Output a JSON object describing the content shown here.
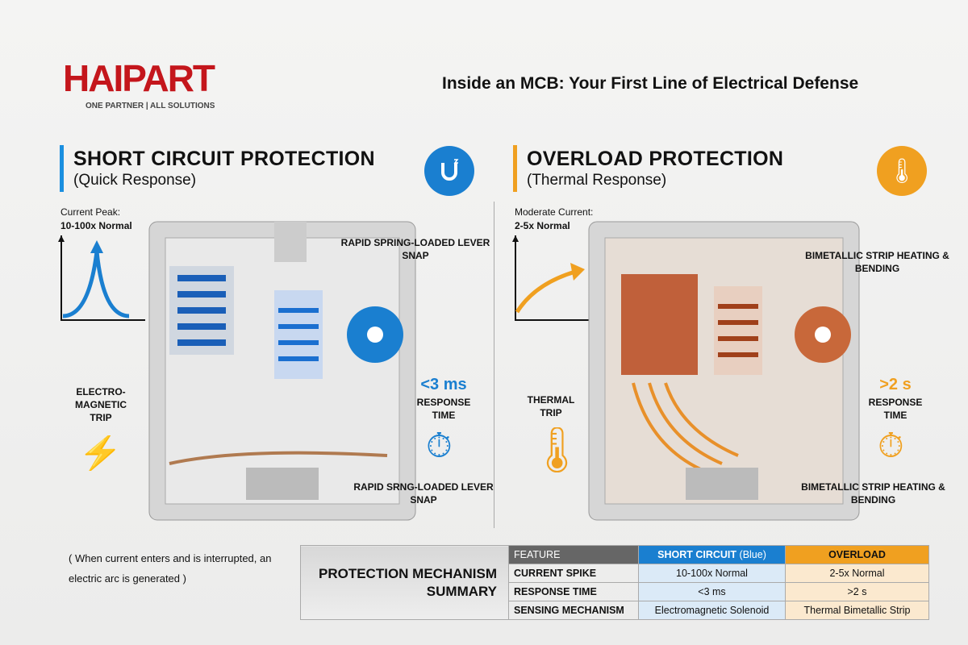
{
  "brand": {
    "name": "HAIPART",
    "tagline": "ONE PARTNER | ALL SOLUTIONS"
  },
  "title": "Inside an MCB: Your First Line of Electrical Defense",
  "short_circuit": {
    "heading": "SHORT CIRCUIT PROTECTION",
    "subheading": "(Quick Response)",
    "peak_label": "Current Peak:",
    "peak_value": "10-100x Normal",
    "callout_top": "RAPID SPRING-LOADED LEVER SNAP",
    "callout_left": "ELECTRO-MAGNETIC TRIP",
    "response_value": "<3 ms",
    "response_label": "RESPONSE TIME",
    "callout_bottom": "RAPID SRNG-LOADED LEVER SNAP",
    "color": "#1a7fd0"
  },
  "overload": {
    "heading": "OVERLOAD PROTECTION",
    "subheading": "(Thermal Response)",
    "peak_label": "Moderate Current:",
    "peak_value": "2-5x Normal",
    "callout_top": "BIMETALLIC STRIP HEATING & BENDING",
    "callout_left": "THERMAL TRIP",
    "response_value": ">2 s",
    "response_label": "RESPONSE TIME",
    "callout_bottom": "BIMETALLIC STRIP HEATING & BENDING",
    "color": "#f0a020"
  },
  "note": "( When current enters and is interrupted, an electric arc is generated )",
  "summary": {
    "caption": "PROTECTION MECHANISM SUMMARY",
    "header": [
      "FEATURE",
      "SHORT CIRCUIT",
      "(Blue)",
      "OVERLOAD"
    ],
    "rows": [
      [
        "CURRENT SPIKE",
        "10-100x Normal",
        "2-5x Normal"
      ],
      [
        "RESPONSE TIME",
        "<3 ms",
        ">2 s"
      ],
      [
        "SENSING MECHANISM",
        "Electromagnetic Solenoid",
        "Thermal Bimetallic Strip"
      ]
    ]
  }
}
